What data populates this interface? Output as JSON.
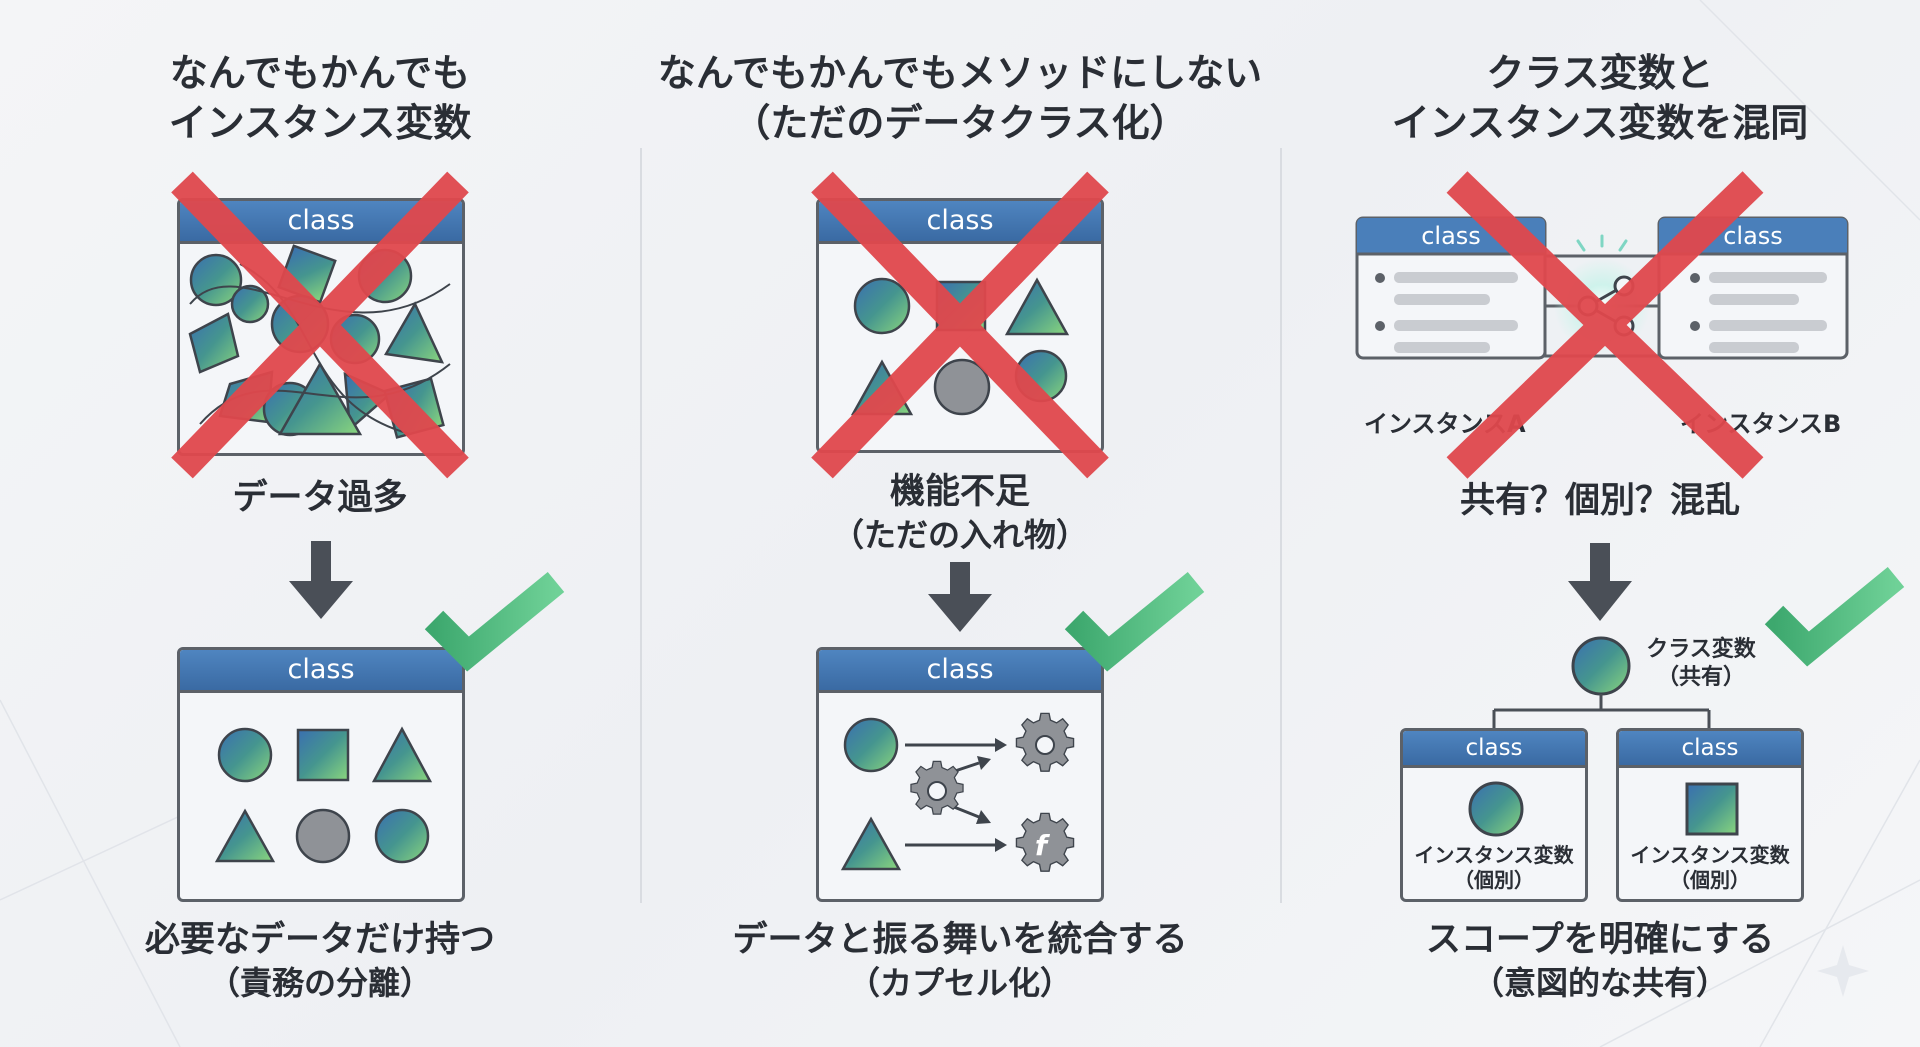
{
  "columns": [
    {
      "title_line1": "なんでもかんでも",
      "title_line2": "インスタンス変数",
      "top_window_label": "class",
      "top_caption": "データ過多",
      "bottom_window_label": "class",
      "bottom_caption_line1": "必要なデータだけ持つ",
      "bottom_caption_line2": "（責務の分離）"
    },
    {
      "title_line1": "なんでもかんでもメソッドにしない",
      "title_line2": "（ただのデータクラス化）",
      "top_window_label": "class",
      "top_caption_line1": "機能不足",
      "top_caption_line2": "（ただの入れ物）",
      "bottom_window_label": "class",
      "function_symbol": "f",
      "bottom_caption_line1": "データと振る舞いを統合する",
      "bottom_caption_line2": "（カプセル化）"
    },
    {
      "title_line1": "クラス変数と",
      "title_line2": "インスタンス変数を混同",
      "left_window_label": "class",
      "right_window_label": "class",
      "instance_a_label": "インスタンスA",
      "instance_b_label": "インスタンスB",
      "top_caption": "共有？個別？混乱",
      "class_var_label_line1": "クラス変数",
      "class_var_label_line2": "（共有）",
      "child_left_window_label": "class",
      "child_right_window_label": "class",
      "child_left_var_line1": "インスタンス変数",
      "child_left_var_line2": "（個別）",
      "child_right_var_line1": "インスタンス変数",
      "child_right_var_line2": "（個別）",
      "bottom_caption_line1": "スコープを明確にする",
      "bottom_caption_line2": "（意図的な共有）"
    }
  ],
  "colors": {
    "cross_red": "#e0484d",
    "check_green": "#4fbf7f",
    "header_blue": "#4a7fba",
    "arrow_gray": "#4a4f57"
  }
}
